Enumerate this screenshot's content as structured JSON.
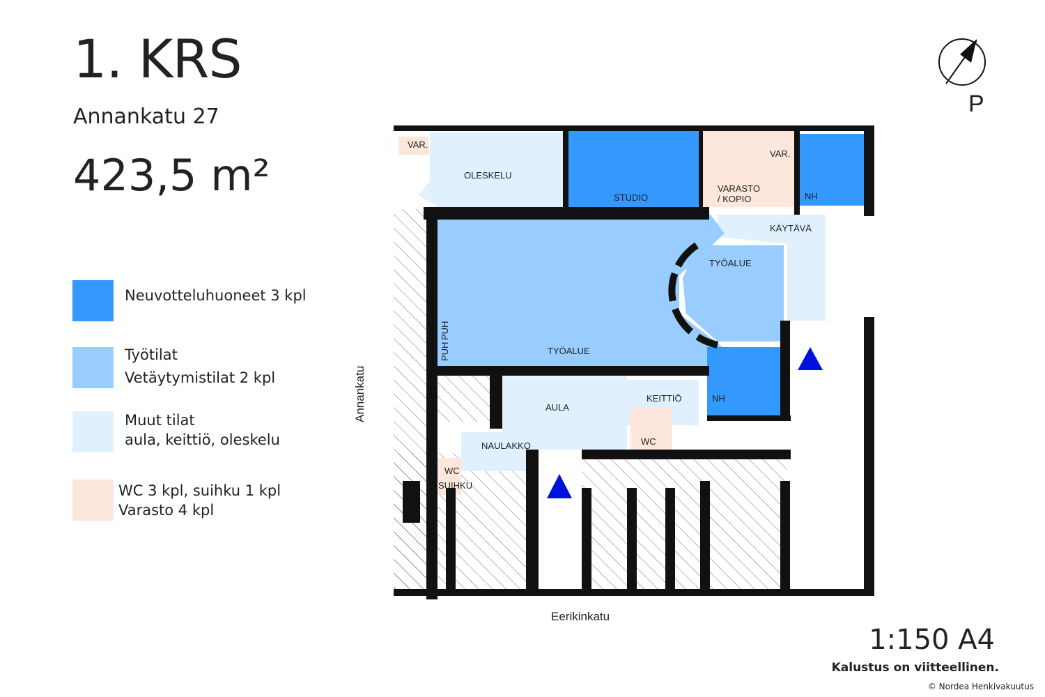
{
  "header": {
    "floor": "1. KRS",
    "address": "Annankatu 27",
    "area": "423,5 m²"
  },
  "legend": [
    {
      "color": "#3399ff",
      "lines": [
        "Neuvotteluhuoneet 3 kpl"
      ]
    },
    {
      "color": "#99ccff",
      "lines": [
        "Työtilat",
        "Vetäytymistilat 2 kpl"
      ]
    },
    {
      "color": "#e1f0fd",
      "lines": [
        "Muut tilat",
        "aula, keittiö, oleskelu"
      ]
    },
    {
      "color": "#fde6dc",
      "lines": [
        "WC 3 kpl, suihku 1 kpl",
        "Varasto 4 kpl"
      ]
    }
  ],
  "rooms": {
    "var1": "VAR.",
    "oleskelu": "OLESKELU",
    "studio": "STUDIO",
    "varasto1": "VARASTO",
    "varasto2": "/ KOPIO",
    "var2": "VAR.",
    "nh1": "NH",
    "kaytava": "KÄYTÄVÄ",
    "tyoalue1": "TYÖALUE",
    "tyoalue2": "TYÖALUE",
    "puh1": "PUH",
    "puh2": "PUH",
    "aula": "AULA",
    "keittio": "KEITTIÖ",
    "nh2": "NH",
    "wc1": "WC",
    "naulakko": "NAULAKKO",
    "wc2": "WC",
    "suihku": "SUIHKU"
  },
  "streets": {
    "west": "Annankatu",
    "south": "Eerikinkatu"
  },
  "compass": {
    "label": "P"
  },
  "footer": {
    "scale": "1:150 A4",
    "note": "Kalustus on viitteellinen.",
    "copyright": "© Nordea Henkivakuutus"
  }
}
